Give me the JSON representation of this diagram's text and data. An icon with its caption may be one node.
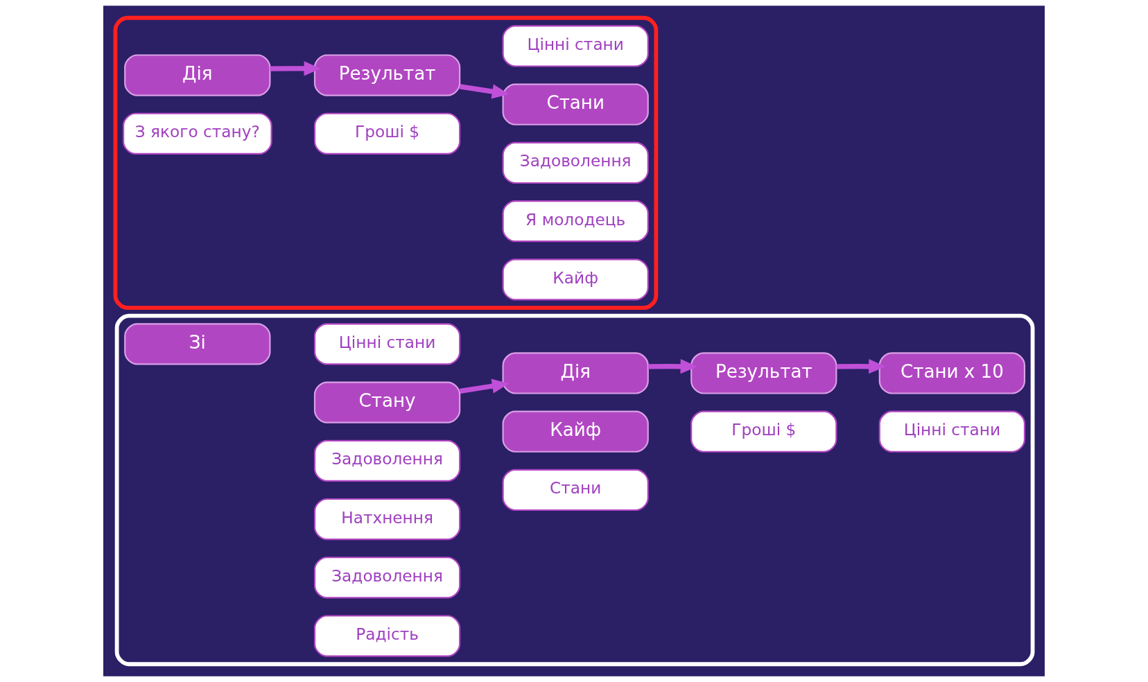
{
  "diagram": {
    "nodes": [
      {
        "text": [],
        "shape": "box"
      },
      {
        "text": [
          "Цінні стани"
        ],
        "in": 0
      },
      {
        "text": [
          "Зі"
        ],
        "in": 0
      },
      {
        "text": [
          "Стану"
        ],
        "in": 0
      },
      {
        "text": [
          "Задоволення"
        ],
        "in": 0
      },
      {
        "text": [
          "Натхнення"
        ],
        "in": 0
      },
      {
        "text": [
          "Задоволення"
        ],
        "in": 0
      },
      {
        "text": [
          "Радість"
        ],
        "in": 0
      },
      {
        "text": [
          "Дія"
        ],
        "in": 0
      },
      {
        "text": [
          "Кайф"
        ],
        "in": 0
      },
      {
        "text": [
          "Стани"
        ],
        "in": 0
      },
      {
        "text": [
          "Результат"
        ],
        "in": 0
      },
      {
        "text": [
          "Гроші $"
        ],
        "in": 0
      },
      {
        "text": [
          "Стани x 10"
        ],
        "in": 0
      },
      {
        "text": [
          "Цінні стани"
        ],
        "in": 0
      },
      {
        "text": [],
        "shape": "box"
      },
      {
        "text": [
          "Дія"
        ],
        "in": 15
      },
      {
        "text": [
          "З якого стану?"
        ],
        "in": 15
      },
      {
        "text": [
          "Результат"
        ],
        "in": 15
      },
      {
        "text": [
          "Гроші $"
        ],
        "in": 15
      },
      {
        "text": [
          "Цінні стани"
        ],
        "in": 15
      },
      {
        "text": [
          "Стани"
        ],
        "in": 15
      },
      {
        "text": [
          "Задоволення"
        ],
        "in": 15
      },
      {
        "text": [
          "Я молодець"
        ],
        "in": 15
      },
      {
        "text": [
          "Кайф"
        ],
        "in": 15
      }
    ],
    "edges": [
      {
        "from": 3,
        "to": 8,
        "arrow": "to"
      },
      {
        "from": 8,
        "to": 11,
        "arrow": "to"
      },
      {
        "from": 11,
        "to": 13,
        "arrow": "to"
      },
      {
        "from": 16,
        "to": 18,
        "arrow": "to"
      },
      {
        "from": 18,
        "to": 21,
        "arrow": "to"
      }
    ]
  }
}
